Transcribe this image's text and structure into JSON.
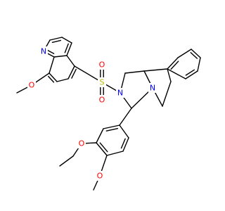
{
  "molecule": {
    "colors": {
      "bond": "#000000",
      "carbon": "#000000",
      "nitrogen": "#0000ff",
      "oxygen": "#ff0000",
      "sulfur": "#b8b800",
      "background": "#ffffff"
    },
    "atoms": {
      "n_quinoline": "N",
      "o_methoxy_quinoline": "O",
      "s_sulfonyl": "S",
      "o_sulfonyl_top": "O",
      "o_sulfonyl_bottom": "O",
      "n_imidazolidine": "N",
      "n_bridgehead": "N",
      "o_ethoxy": "O",
      "o_methoxy_phenyl": "O"
    }
  }
}
